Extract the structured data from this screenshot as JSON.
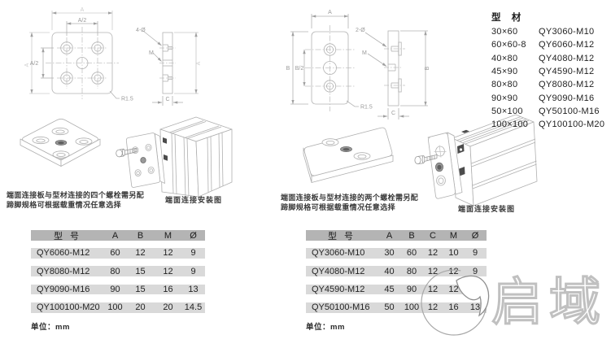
{
  "colors": {
    "line_art": "#b2b2b2",
    "table_header_bg": "#b4b4b4",
    "table_row_bg": "#d9d9d9",
    "accent_dark": "#4c4c4c"
  },
  "drawing1": {
    "top_overall": "A",
    "top_half": "A/2",
    "left_overall": "A",
    "left_half": "A/2",
    "corner_radius": "R1.5",
    "side_holes": "4-Ø",
    "side_thread": "M",
    "side_height": "A",
    "side_thickness": "C"
  },
  "drawing2": {
    "top_overall": "A",
    "left_overall": "B",
    "left_half": "B/2",
    "corner_radius": "R1.5",
    "side_holes": "2-Ø",
    "side_thread": "M",
    "side_height": "B",
    "side_thickness": "C"
  },
  "profile_list": {
    "title": "型 材",
    "items": [
      {
        "size": "30×60",
        "model": "QY3060-M10"
      },
      {
        "size": "60×60-8",
        "model": "QY6060-M12"
      },
      {
        "size": "40×80",
        "model": "QY4080-M12"
      },
      {
        "size": "45×90",
        "model": "QY4590-M12"
      },
      {
        "size": "80×80",
        "model": "QY8080-M12"
      },
      {
        "size": "90×90",
        "model": "QY9090-M16"
      },
      {
        "size": "50×100",
        "model": "QY50100-M16"
      },
      {
        "size": "100×100",
        "model": "QY100100-M20"
      }
    ]
  },
  "captions": {
    "left_note_line1": "端面连接板与型材连接的四个螺栓需另配",
    "left_note_line2": "蹄脚规格可根据载重情况任意选择",
    "left_install": "端面连接安装图",
    "right_note_line1": "端面连接板与型材连接的两个螺栓需另配",
    "right_note_line2": "蹄脚规格可根据载重情况任意选择",
    "right_install": "端面连接安装图"
  },
  "table_left": {
    "headers": [
      "型 号",
      "A",
      "B",
      "M",
      "Ø"
    ],
    "rows": [
      [
        "QY6060-M12",
        "60",
        "12",
        "12",
        "9"
      ],
      [
        "QY8080-M12",
        "80",
        "15",
        "12",
        "9"
      ],
      [
        "QY9090-M16",
        "90",
        "15",
        "16",
        "13"
      ],
      [
        "QY100100-M20",
        "100",
        "20",
        "20",
        "14.5"
      ]
    ],
    "unit": "单位：mm"
  },
  "table_right": {
    "headers": [
      "型 号",
      "A",
      "B",
      "C",
      "M",
      "Ø"
    ],
    "rows": [
      [
        "QY3060-M10",
        "30",
        "60",
        "12",
        "10",
        "9"
      ],
      [
        "QY4080-M12",
        "40",
        "80",
        "12",
        "12",
        "9"
      ],
      [
        "QY4590-M12",
        "45",
        "90",
        "12",
        "12",
        "13"
      ],
      [
        "QY50100-M16",
        "50",
        "100",
        "12",
        "16",
        "13"
      ]
    ],
    "unit": "单位：mm"
  },
  "watermark": {
    "text": "启域"
  }
}
